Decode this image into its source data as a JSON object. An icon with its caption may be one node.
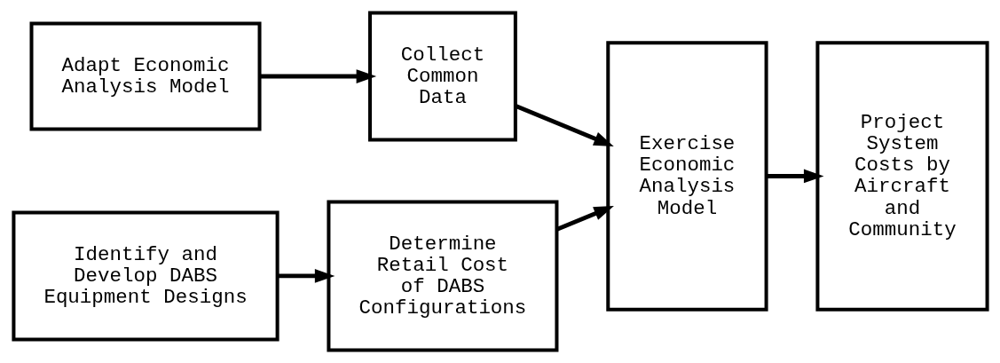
{
  "diagram": {
    "nodes": [
      {
        "text": [
          "Adapt Economic Analysis Model"
        ]
      },
      {
        "text": [
          "Collect Common Data"
        ]
      },
      {
        "text": [
          "Identify and Develop DABS Equipment Designs"
        ]
      },
      {
        "text": [
          "Determine Retail Cost of DABS Configurations"
        ]
      },
      {
        "text": [
          "Exercise Economic Analysis Model"
        ]
      },
      {
        "text": [
          "Project System Costs by Aircraft and Community"
        ]
      }
    ],
    "edges": [
      {
        "from": 0,
        "to": 1,
        "arrow": "to"
      },
      {
        "from": 1,
        "to": 4,
        "arrow": "to"
      },
      {
        "from": 2,
        "to": 3,
        "arrow": "to"
      },
      {
        "from": 3,
        "to": 4,
        "arrow": "to"
      },
      {
        "from": 4,
        "to": 5,
        "arrow": "to"
      }
    ]
  }
}
